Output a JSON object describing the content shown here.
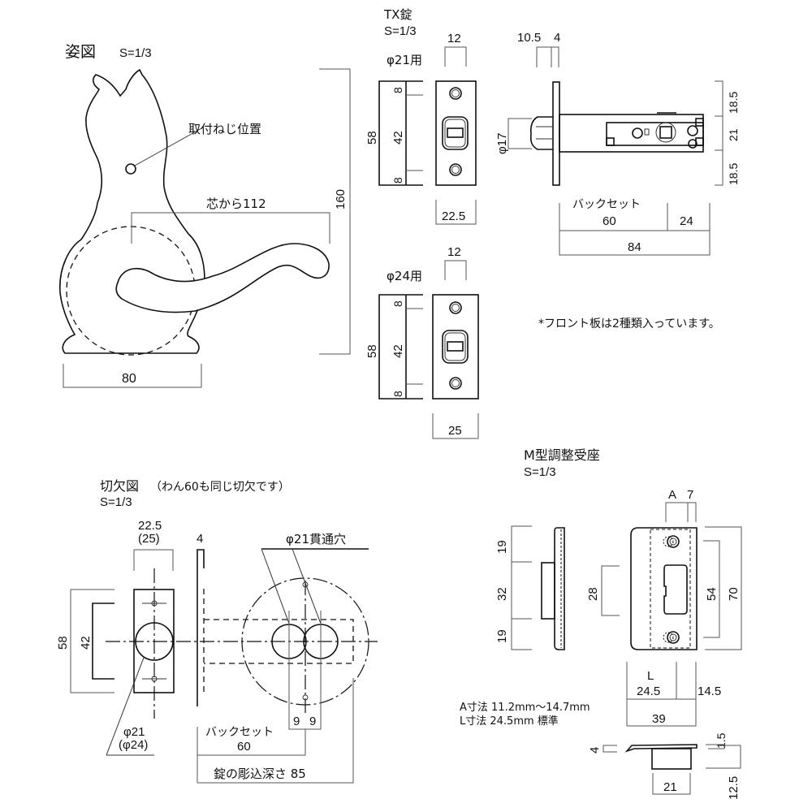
{
  "view_appearance": {
    "title": "姿図",
    "scale": "S=1/3",
    "screw_label": "取付ねじ位置",
    "lever_reach": "芯から112",
    "height": "160",
    "width": "80"
  },
  "tx_lock": {
    "title": "TX錠",
    "scale": "S=1/3",
    "front21": {
      "label": "φ21用",
      "top_dim": "12",
      "total": "58",
      "pitch": "42",
      "edge_top": "8",
      "edge_bottom": "8",
      "width": "22.5"
    },
    "front24": {
      "label": "φ24用",
      "top_dim": "12",
      "total": "58",
      "pitch": "42",
      "edge_top": "8",
      "edge_bottom": "8",
      "width": "25"
    },
    "side": {
      "latch_dia": "φ17",
      "dim_a": "10.5",
      "dim_b": "4",
      "right_top": "18.5",
      "right_mid": "21",
      "right_bottom": "18.5",
      "backset_label": "バックセット",
      "backset": "60",
      "tail": "24",
      "overall": "84"
    },
    "note": "*フロント板は2種類入っています。"
  },
  "cutout": {
    "title": "切欠図",
    "subtitle": "（わん60も同じ切欠です）",
    "scale": "S=1/3",
    "width_top": "22.5",
    "width_alt": "(25)",
    "thickness": "4",
    "through_hole": "φ21貫通穴",
    "total": "58",
    "pitch": "42",
    "hole_dia": "φ21",
    "hole_dia_alt": "(φ24)",
    "offset_left": "9",
    "offset_right": "9",
    "backset_label": "バックセット",
    "backset": "60",
    "depth_label": "錠の彫込深さ 85"
  },
  "strike": {
    "title": "M型調整受座",
    "scale": "S=1/3",
    "dim_a": "A",
    "dim_7": "7",
    "left_top": "19",
    "left_mid": "32",
    "left_bottom": "19",
    "box_height": "28",
    "hole_pitch": "54",
    "height": "70",
    "l_label": "L",
    "l_value": "24.5",
    "side_right": "14.5",
    "width": "39",
    "a_spec": "A寸法 11.2mm～14.7mm",
    "l_spec": "L寸法 24.5mm 標準",
    "lip_thickness": "4",
    "plate_thickness": "1.5",
    "box_depth": "12.5",
    "box_width": "21"
  }
}
